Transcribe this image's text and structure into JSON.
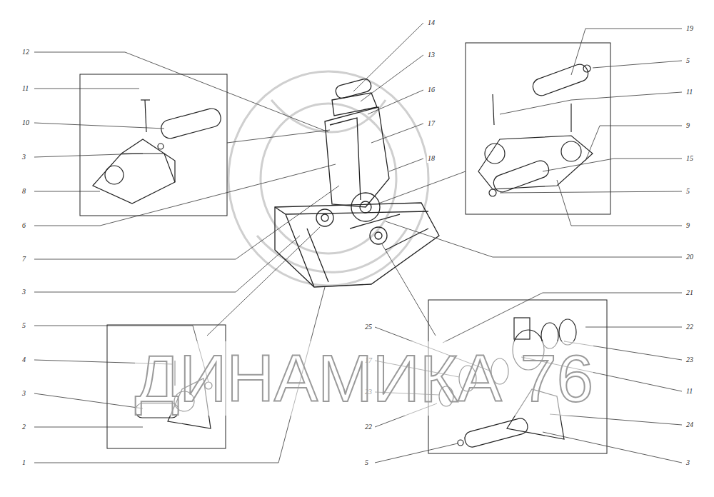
{
  "diagram": {
    "labels": [
      "14",
      "19",
      "12",
      "13",
      "5",
      "11",
      "16",
      "11",
      "10",
      "17",
      "9",
      "3",
      "18",
      "15",
      "8",
      "5",
      "6",
      "9",
      "7",
      "20",
      "3",
      "21",
      "5",
      "25",
      "22",
      "4",
      "17",
      "23",
      "3",
      "23",
      "11",
      "2",
      "22",
      "24",
      "1",
      "5",
      "3",
      "ДИНАМИКА 76"
    ]
  }
}
